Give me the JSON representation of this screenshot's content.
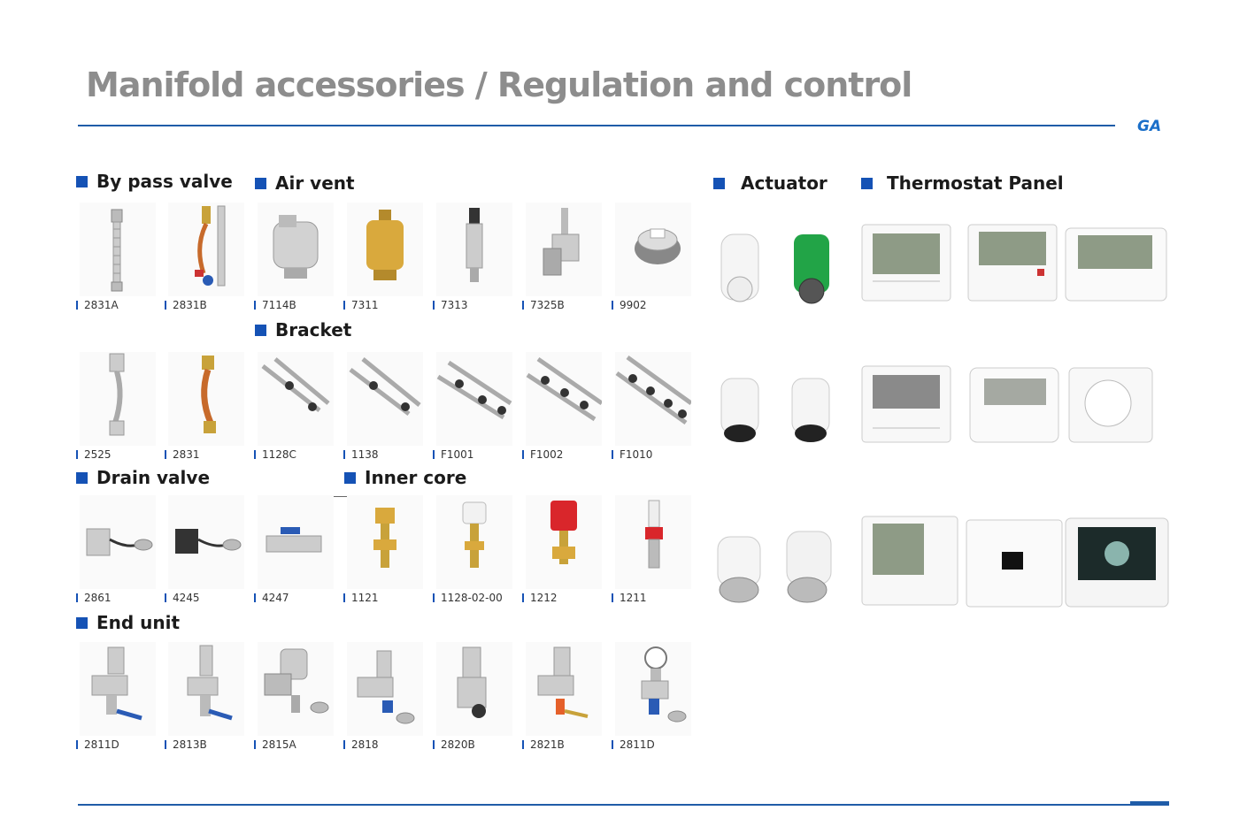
{
  "title": "Manifold accessories / Regulation and control",
  "logo": "GA",
  "sections": {
    "bypass": "By pass valve",
    "airvent": "Air vent",
    "bracket": "Bracket",
    "drain": "Drain valve",
    "inner": "Inner core",
    "endunit": "End unit",
    "actuator": "Actuator",
    "thermostat": "Thermostat Panel"
  },
  "rows": [
    [
      "2831A",
      "2831B",
      "7114B",
      "7311",
      "7313",
      "7325B",
      "9902"
    ],
    [
      "2525",
      "2831",
      "1128C",
      "1138",
      "F1001",
      "F1002",
      "F1010"
    ],
    [
      "2861",
      "4245",
      "4247",
      "1121",
      "1128-02-00",
      "1212",
      "1211"
    ],
    [
      "2811D",
      "2813B",
      "2815A",
      "2818",
      "2820B",
      "2821B",
      "2811D"
    ]
  ]
}
